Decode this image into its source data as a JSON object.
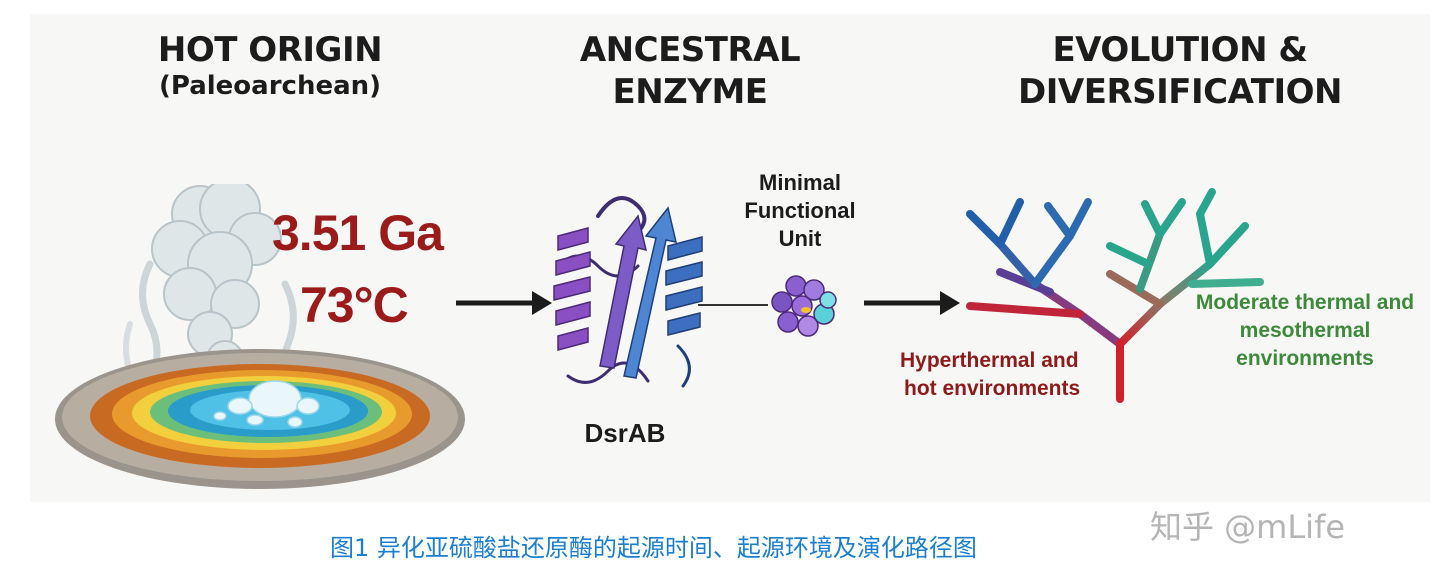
{
  "headings": {
    "hot_origin": "HOT ORIGIN",
    "hot_origin_sub": "(Paleoarchean)",
    "ancestral_line1": "ANCESTRAL",
    "ancestral_line2": "ENZYME",
    "evolution_line1": "EVOLUTION &",
    "evolution_line2": "DIVERSIFICATION"
  },
  "origin": {
    "age": "3.51 Ga",
    "temperature": "73°C"
  },
  "enzyme": {
    "name": "DsrAB",
    "unit_line1": "Minimal",
    "unit_line2": "Functional",
    "unit_line3": "Unit"
  },
  "tree": {
    "hot_line1": "Hyperthermal and",
    "hot_line2": "hot environments",
    "moderate_line1": "Moderate thermal and",
    "moderate_line2": "mesothermal",
    "moderate_line3": "environments"
  },
  "caption": "图1 异化亚硫酸盐还原酶的起源时间、起源环境及演化路径图",
  "watermark": "知乎 @mLife",
  "colors": {
    "heading": "#1c1c1c",
    "temperature_red": "#9b1b1b",
    "caption_blue": "#1a7fd1",
    "tree_red": "#d21f2a",
    "tree_blue": "#235fa8",
    "tree_teal": "#2aa58d",
    "text_green": "#3d8a3a"
  }
}
